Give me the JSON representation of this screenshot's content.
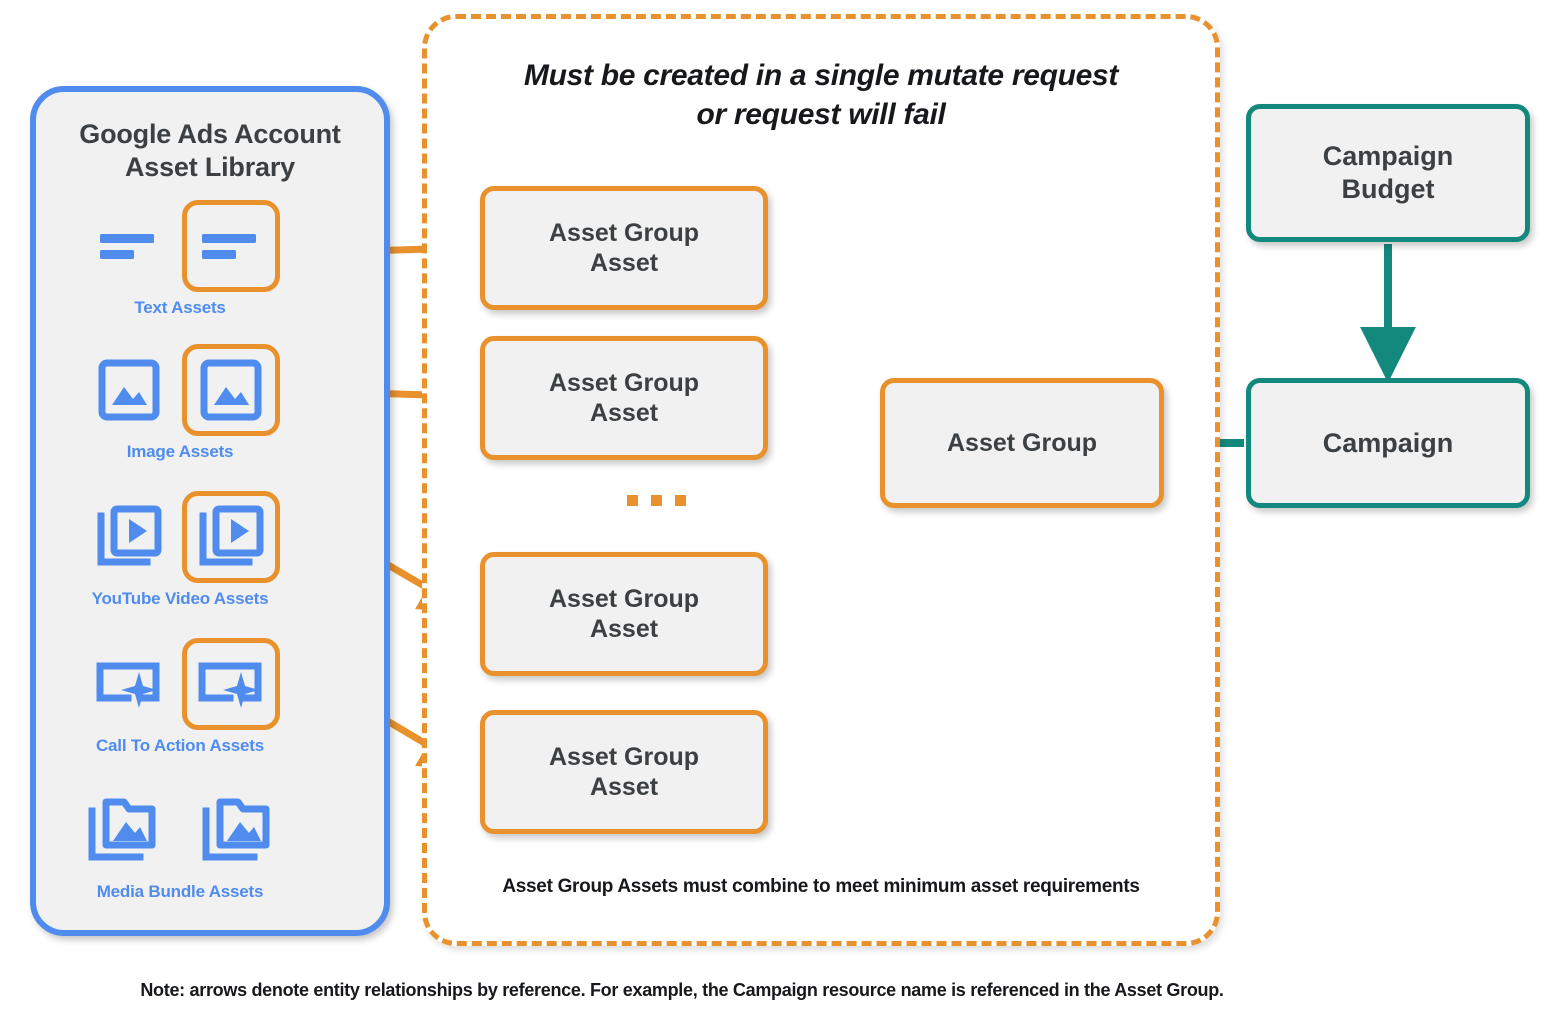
{
  "library": {
    "title": "Google Ads Account\nAsset Library",
    "title_line1": "Google Ads Account",
    "title_line2": "Asset Library",
    "accent_color": "#4f8cee",
    "items": [
      {
        "label": "Text Assets",
        "icon": "text-asset-icon",
        "highlighted": true
      },
      {
        "label": "Image Assets",
        "icon": "image-asset-icon",
        "highlighted": true
      },
      {
        "label": "YouTube Video  Assets",
        "icon": "video-asset-icon",
        "highlighted": true
      },
      {
        "label": "Call To Action Assets",
        "icon": "call-to-action-asset-icon",
        "highlighted": true
      },
      {
        "label": "Media Bundle  Assets",
        "icon": "media-bundle-asset-icon",
        "highlighted": false
      }
    ]
  },
  "mutate_group": {
    "heading_line1": "Must be created in a single mutate request",
    "heading_line2": "or request will fail",
    "footnote": "Asset Group Assets must combine to meet minimum asset requirements",
    "border_color": "#e8912d",
    "asset_group_assets": [
      {
        "label_line1": "Asset Group",
        "label_line2": "Asset"
      },
      {
        "label_line1": "Asset Group",
        "label_line2": "Asset"
      },
      {
        "label_line1": "Asset Group",
        "label_line2": "Asset"
      },
      {
        "label_line1": "Asset Group",
        "label_line2": "Asset"
      }
    ],
    "ellipsis": "..."
  },
  "nodes": {
    "asset_group": {
      "label": "Asset Group",
      "color": "#e8912d"
    },
    "campaign_budget": {
      "label_line1": "Campaign",
      "label_line2": "Budget",
      "color": "#13897d"
    },
    "campaign": {
      "label": "Campaign",
      "color": "#13897d"
    }
  },
  "page_note": "Note: arrows denote entity relationships by reference. For example, the Campaign resource name is referenced in the Asset Group.",
  "colors": {
    "orange": "#e8912d",
    "teal": "#13897d",
    "blue": "#4f8cee",
    "node_fill": "#f1f1f1",
    "text_dark": "#3c4043"
  }
}
